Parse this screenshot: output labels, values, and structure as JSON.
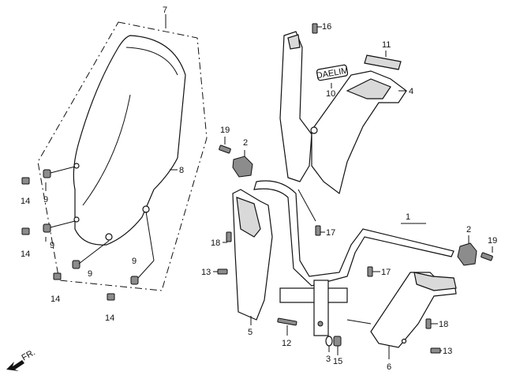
{
  "diagram": {
    "callouts": {
      "c1": "1",
      "c2a": "2",
      "c2b": "2",
      "c3": "3",
      "c4": "4",
      "c5": "5",
      "c6": "6",
      "c7": "7",
      "c8": "8",
      "c9a": "9",
      "c9b": "9",
      "c9c": "9",
      "c9d": "9",
      "c10": "10",
      "c11": "11",
      "c12": "12",
      "c13a": "13",
      "c13b": "13",
      "c14a": "14",
      "c14b": "14",
      "c14c": "14",
      "c14d": "14",
      "c15": "15",
      "c16": "16",
      "c17a": "17",
      "c17b": "17",
      "c18a": "18",
      "c18b": "18",
      "c19a": "19",
      "c19b": "19"
    },
    "emblem_text": "DAELIM",
    "direction_label": "FR."
  }
}
